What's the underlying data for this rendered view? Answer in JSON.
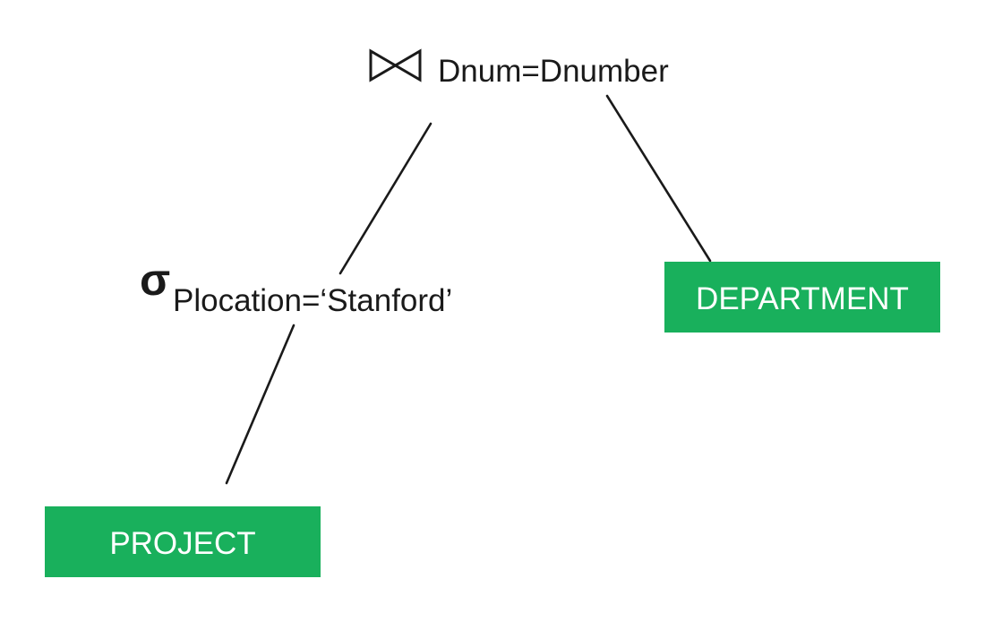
{
  "tree": {
    "join": {
      "symbol": "⋈",
      "condition": "Dnum=Dnumber"
    },
    "select": {
      "symbol": "σ",
      "condition": "Plocation=‘Stanford’"
    },
    "relations": {
      "left": "PROJECT",
      "right": "DEPARTMENT"
    }
  },
  "colors": {
    "relation_fill": "#19b05c",
    "relation_text": "#ffffff",
    "line": "#1a1a1a"
  }
}
